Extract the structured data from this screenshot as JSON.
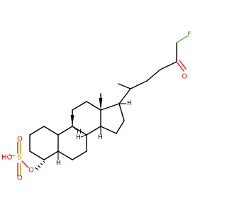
{
  "molecule": {
    "atoms": {
      "fluorine": "F",
      "ketone_oxygen": "O",
      "ester_oxygen": "O",
      "sulfur": "S",
      "sulfonyl_oxygen_top": "O",
      "sulfonyl_oxygen_bottom": "O",
      "hydroxyl": "HO"
    },
    "stereo_hydrogens": {
      "c17": "H",
      "c14": "H",
      "c8": "H",
      "c9": "H",
      "c5": "H"
    },
    "colors": {
      "carbon_bonds": "#000000",
      "oxygen": "#ff0d0d",
      "sulfur": "#b8a000",
      "fluorine": "#6ab04c"
    }
  }
}
